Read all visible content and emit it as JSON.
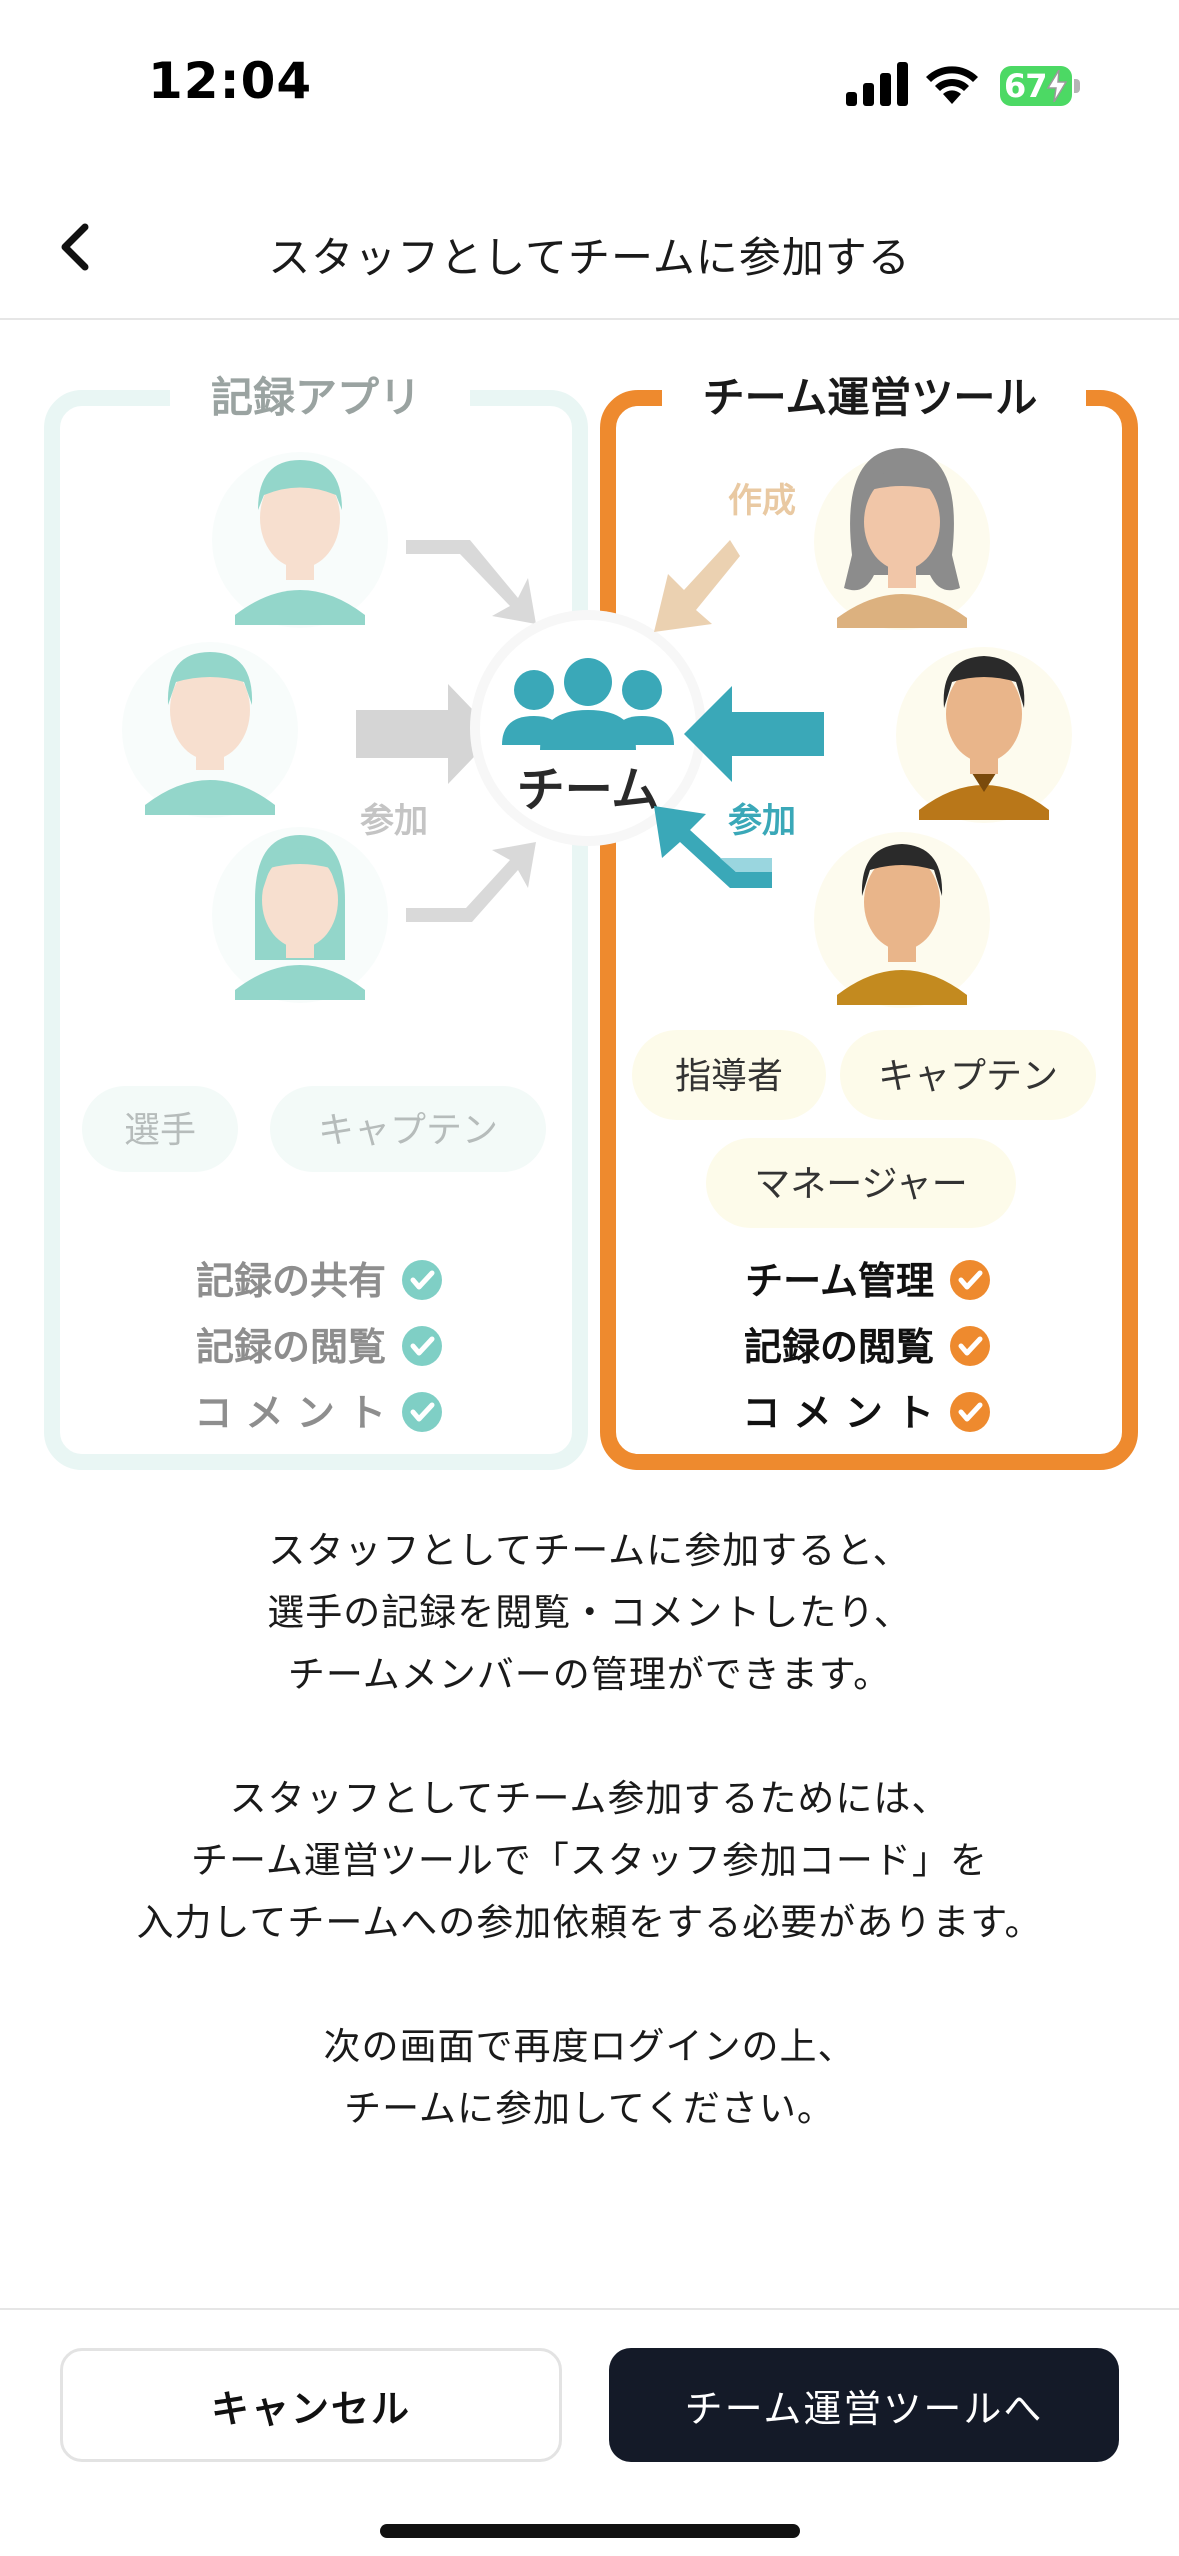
{
  "status": {
    "time": "12:04",
    "battery": "67"
  },
  "header": {
    "title": "スタッフとしてチームに参加する"
  },
  "illustration": {
    "left_panel": {
      "title": "記録アプリ",
      "roles": [
        "選手",
        "キャプテン"
      ],
      "features": [
        "記録の共有",
        "記録の閲覧",
        "コ メ ン ト"
      ],
      "arrow_label": "参加"
    },
    "right_panel": {
      "title": "チーム運営ツール",
      "roles": [
        "指導者",
        "キャプテン",
        "マネージャー"
      ],
      "features": [
        "チーム管理",
        "記録の閲覧",
        "コ メ ン ト"
      ],
      "create_label": "作成",
      "arrow_label": "参加"
    },
    "center_label": "チーム"
  },
  "description": {
    "paragraphs": [
      [
        "スタッフとしてチームに参加すると、",
        "選手の記録を閲覧・コメントしたり、",
        "チームメンバーの管理ができます。"
      ],
      [
        "スタッフとしてチーム参加するためには、",
        "チーム運営ツールで「スタッフ参加コード」を",
        "入力してチームへの参加依頼をする必要があります。"
      ],
      [
        "次の画面で再度ログインの上、",
        "チームに参加してください。"
      ]
    ]
  },
  "footer": {
    "cancel_label": "キャンセル",
    "primary_label": "チーム運営ツールへ"
  },
  "colors": {
    "orange": "#ee8a2e",
    "teal": "#3aa8b8",
    "dark_button": "#141a28"
  }
}
